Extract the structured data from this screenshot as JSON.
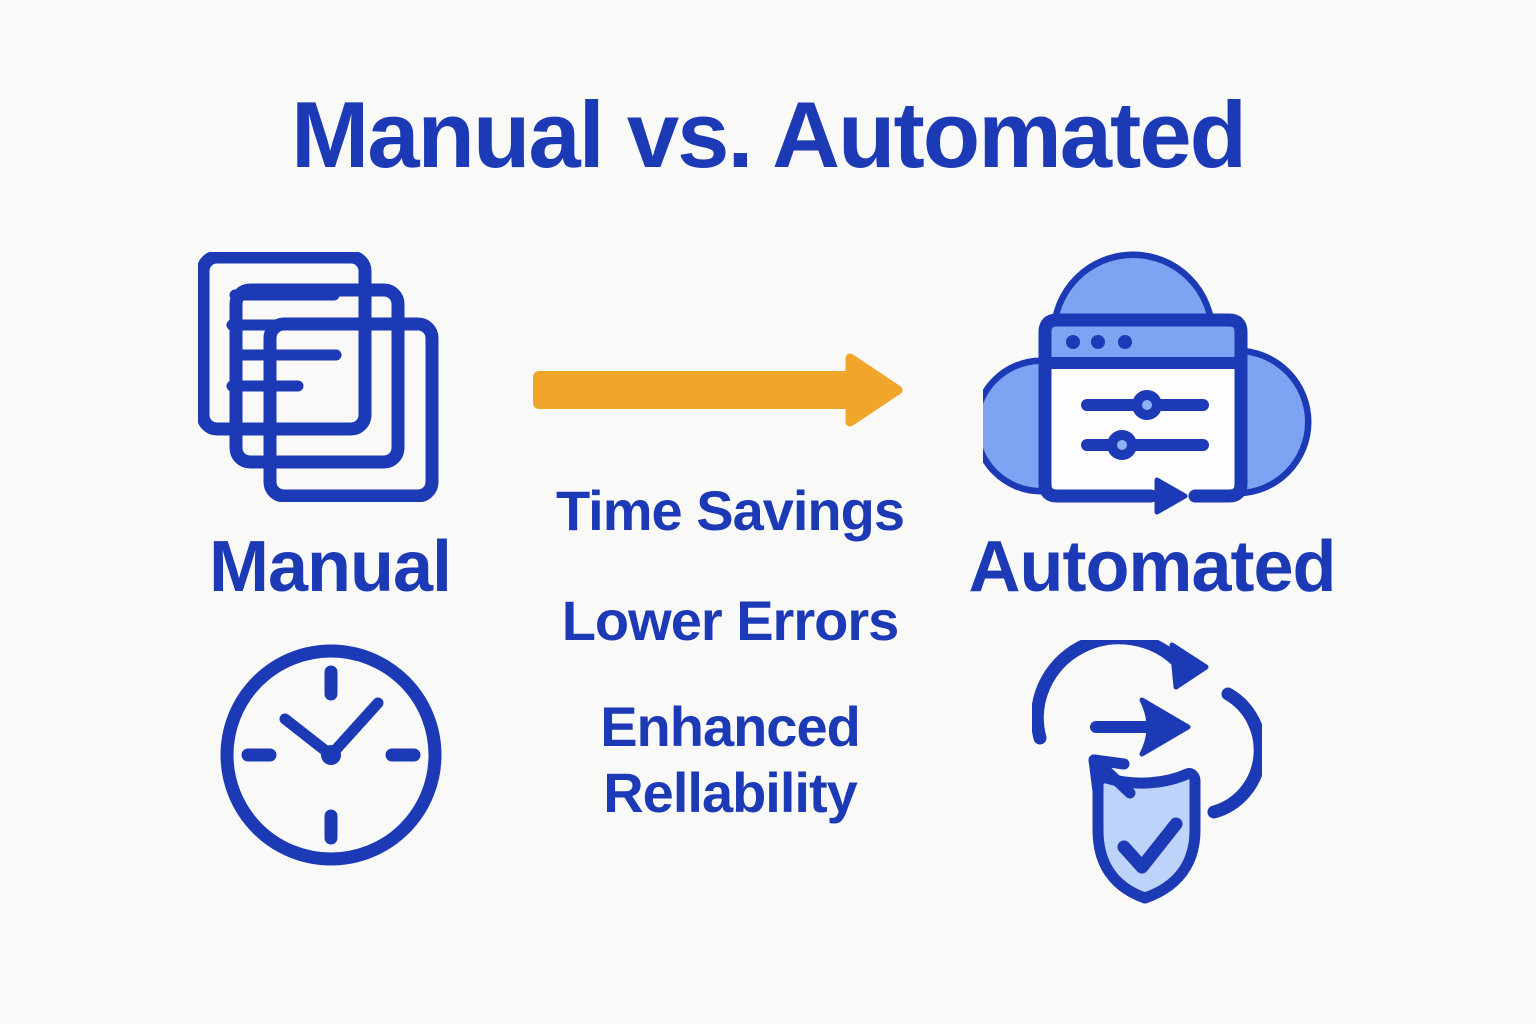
{
  "title": "Manual vs. Automated",
  "manual": {
    "label": "Manual"
  },
  "automated": {
    "label": "Automated"
  },
  "benefits": [
    "Time Savings",
    "Lower Errors",
    "Enhanced Rellability"
  ],
  "icons": {
    "manual_primary": "documents-icon",
    "manual_secondary": "clock-icon",
    "flow": "arrow-right-icon",
    "automated_primary": "cloud-automation-icon",
    "automated_secondary": "sync-shield-icon"
  },
  "colors": {
    "primary_blue": "#1d3ab6",
    "light_blue": "#7da3f2",
    "pale_blue": "#bdd3fa",
    "accent_yellow": "#f0a62a",
    "background": "#f9f9f8"
  }
}
